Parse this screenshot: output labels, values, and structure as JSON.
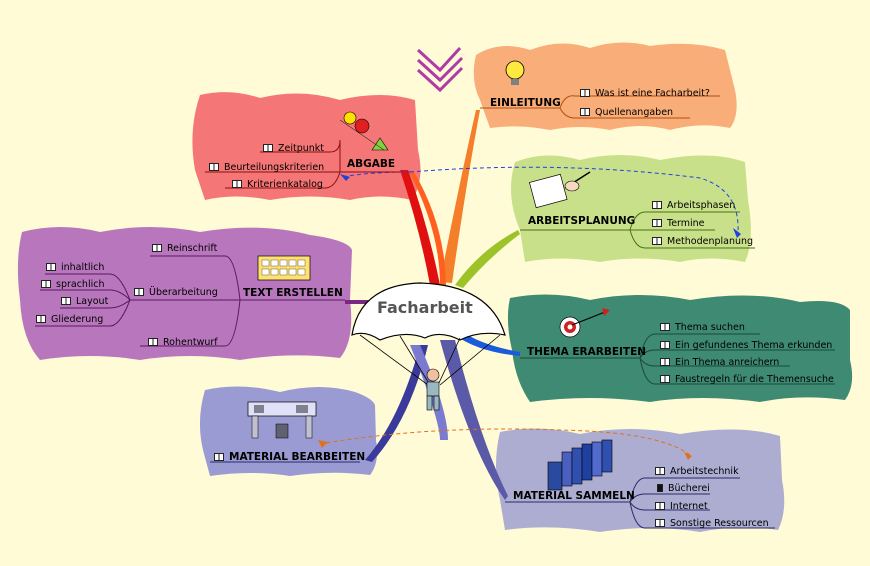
{
  "center": {
    "title": "Facharbeit"
  },
  "branches": {
    "einleitung": {
      "title": "EINLEITUNG",
      "items": [
        "Was ist eine Facharbeit?",
        "Quellenangaben"
      ]
    },
    "abgabe": {
      "title": "ABGABE",
      "items": [
        "Zeitpunkt",
        "Beurteilungskriterien",
        "Kriterienkatalog"
      ]
    },
    "arbeitsplanung": {
      "title": "ARBEITSPLANUNG",
      "items": [
        "Arbeitsphasen",
        "Termine",
        "Methodenplanung"
      ]
    },
    "text_erstellen": {
      "title": "TEXT ERSTELLEN",
      "items": [
        "Reinschrift",
        "Überarbeitung",
        "Rohentwurf"
      ],
      "sub_items": [
        "inhaltlich",
        "sprachlich",
        "Layout",
        "Gliederung"
      ]
    },
    "thema_erarbeiten": {
      "title": "THEMA ERARBEITEN",
      "items": [
        "Thema suchen",
        "Ein gefundenes Thema erkunden",
        "Ein Thema anreichern",
        "Faustregeln für die Themensuche"
      ]
    },
    "material_bearbeiten": {
      "title": "MATERIAL BEARBEITEN"
    },
    "material_sammeln": {
      "title": "MATERIAL SAMMELN",
      "items": [
        "Arbeitstechnik",
        "Bücherei",
        "Internet",
        "Sonstige Ressourcen"
      ]
    }
  },
  "colors": {
    "background": "#fffbd6",
    "einleitung": "#f9ad78",
    "abgabe": "#f57676",
    "arbeitsplanung": "#c9e08a",
    "text_erstellen": "#b877bd",
    "thema_erarbeiten": "#3e8a72",
    "material_bearbeiten": "#9a9bd2",
    "material_sammeln": "#acadd0"
  },
  "icons": [
    "lightbulb-icon",
    "party-icon",
    "writing-hand-icon",
    "keyboard-icon",
    "target-icon",
    "office-desk-icon",
    "books-icon",
    "parachute-icon",
    "zigzag-logo-icon"
  ]
}
